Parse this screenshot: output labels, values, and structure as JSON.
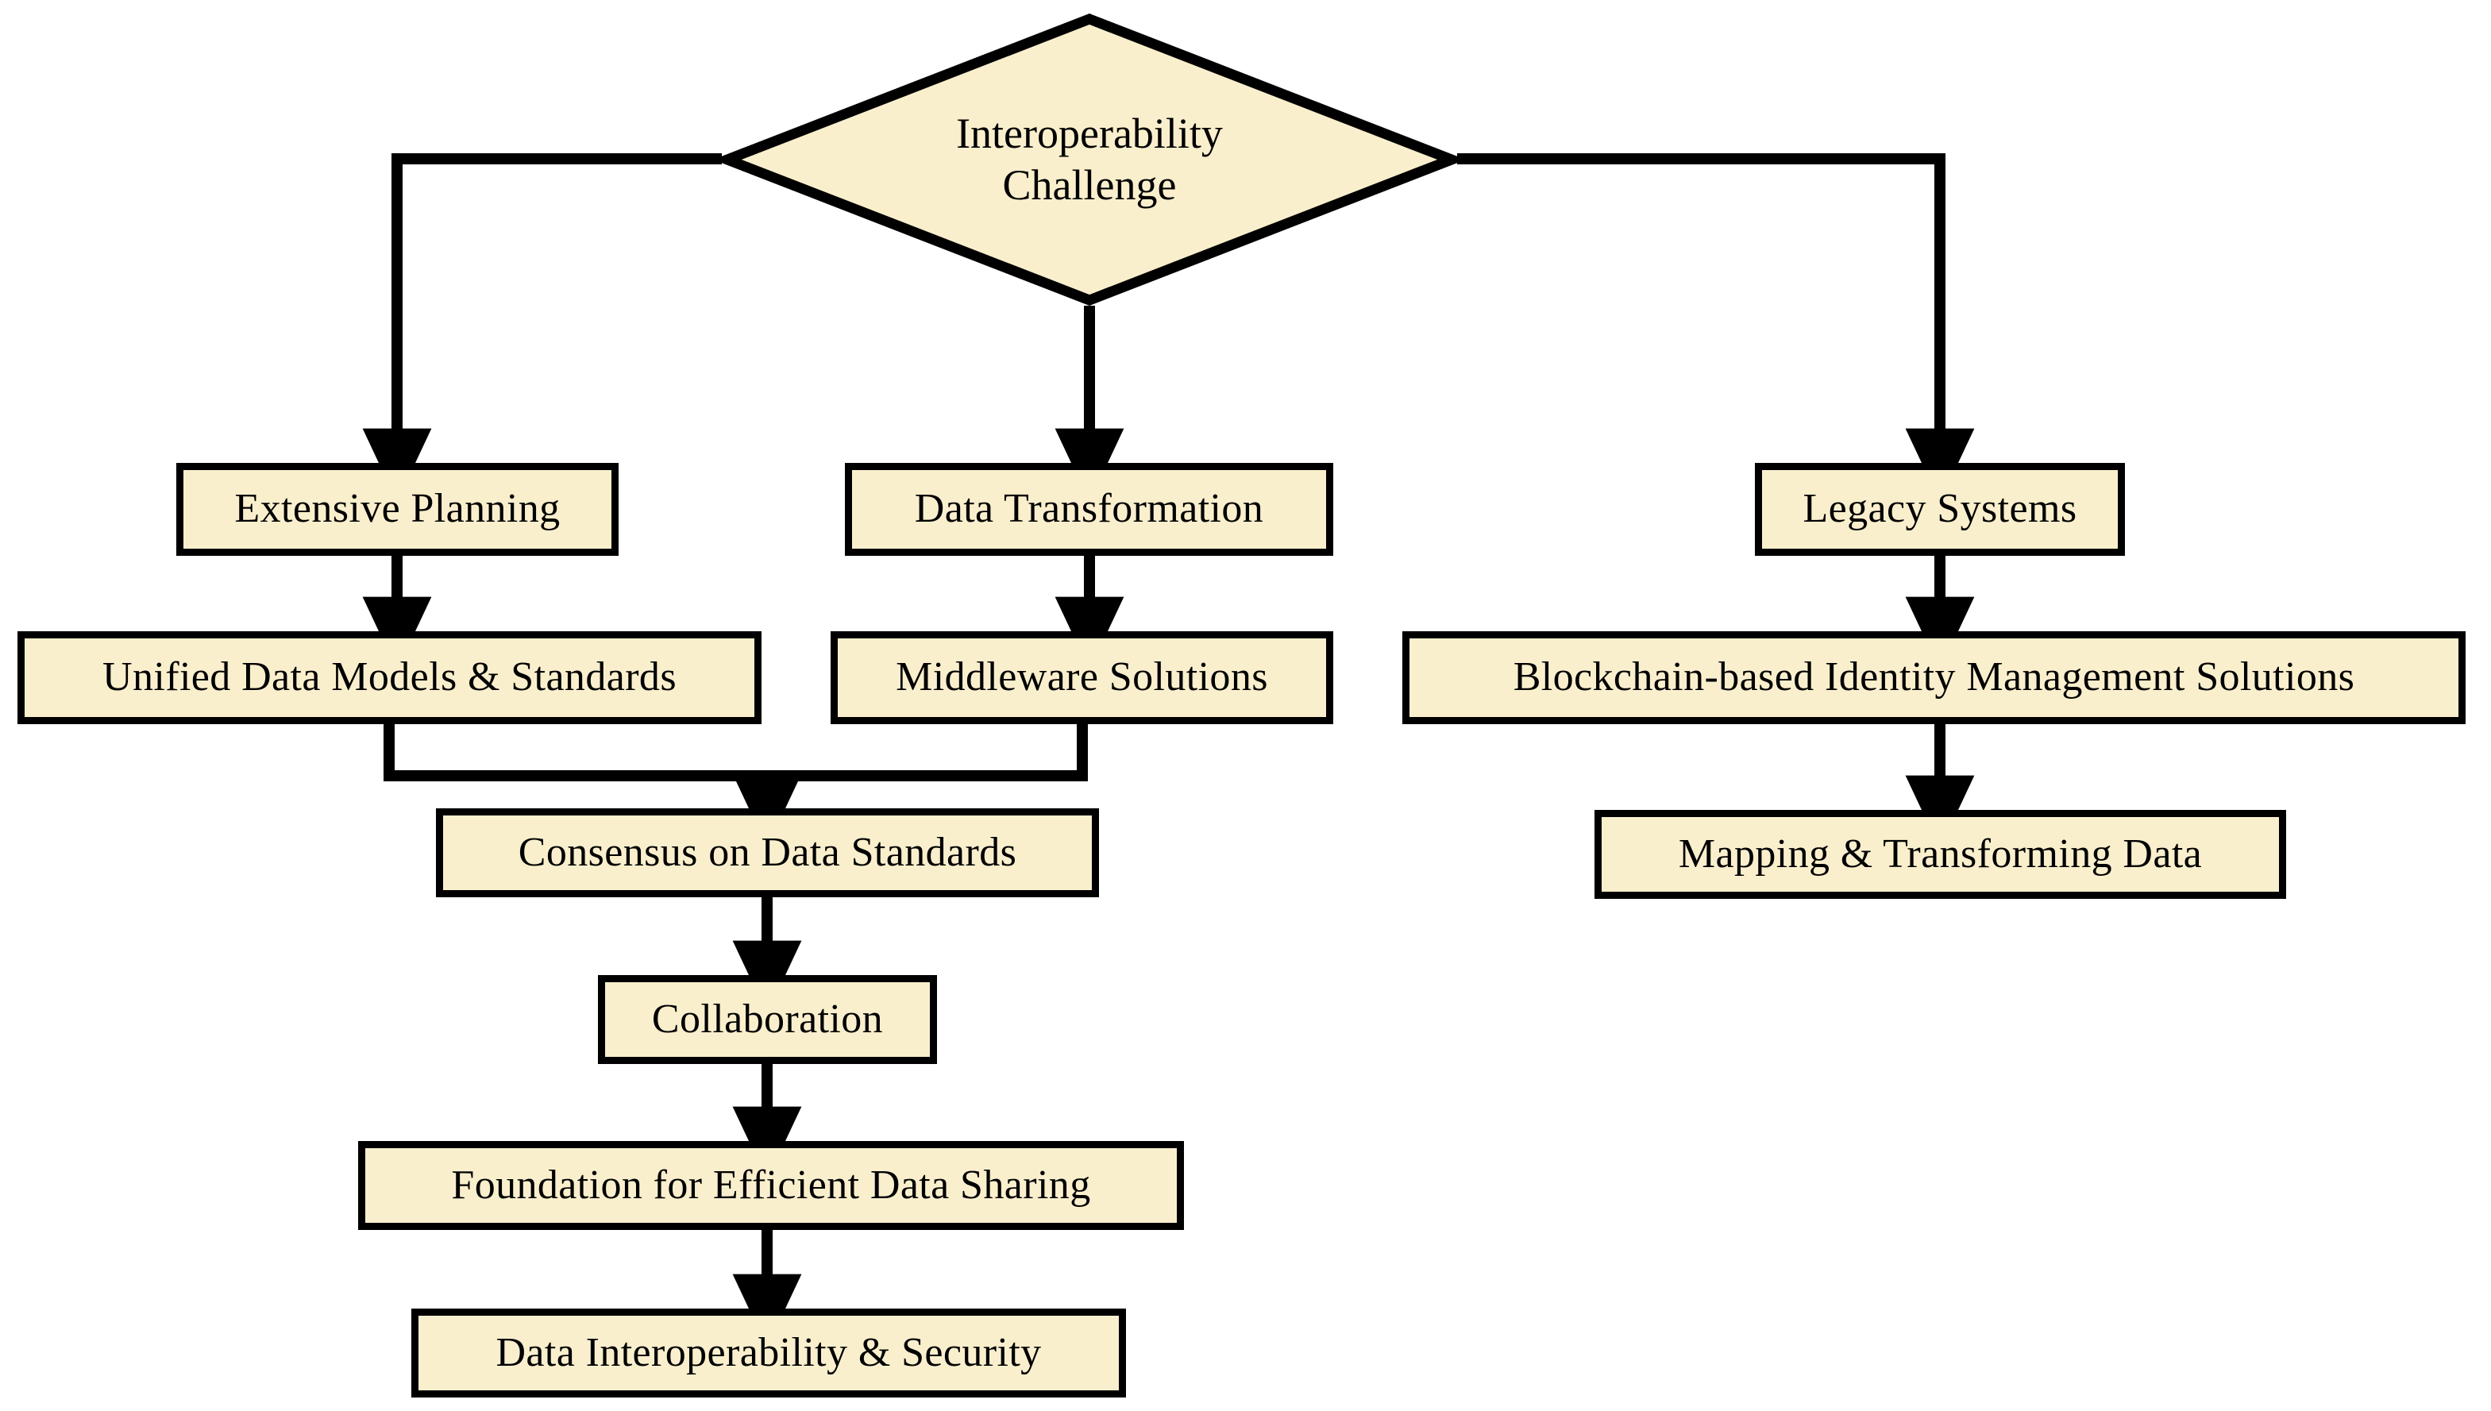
{
  "diagram": {
    "title": "Interoperability Challenge Flowchart",
    "background_color": "#FFFFFF",
    "node_fill_color": "#FAEFCD",
    "node_border_color": "#000000",
    "edge_color": "#000000",
    "nodes": [
      {
        "id": "interoperability-challenge",
        "label": "Interoperability\nChallenge",
        "shape": "diamond"
      },
      {
        "id": "extensive-planning",
        "label": "Extensive Planning",
        "shape": "rect"
      },
      {
        "id": "data-transformation",
        "label": "Data Transformation",
        "shape": "rect"
      },
      {
        "id": "legacy-systems",
        "label": "Legacy Systems",
        "shape": "rect"
      },
      {
        "id": "unified-data-models-standards",
        "label": "Unified Data Models & Standards",
        "shape": "rect"
      },
      {
        "id": "middleware-solutions",
        "label": "Middleware Solutions",
        "shape": "rect"
      },
      {
        "id": "blockchain-identity-management",
        "label": "Blockchain-based Identity Management Solutions",
        "shape": "rect"
      },
      {
        "id": "consensus-on-data-standards",
        "label": "Consensus on Data Standards",
        "shape": "rect"
      },
      {
        "id": "mapping-transforming-data",
        "label": "Mapping & Transforming Data",
        "shape": "rect"
      },
      {
        "id": "collaboration",
        "label": "Collaboration",
        "shape": "rect"
      },
      {
        "id": "foundation-efficient-data-sharing",
        "label": "Foundation for Efficient Data Sharing",
        "shape": "rect"
      },
      {
        "id": "data-interoperability-security",
        "label": "Data Interoperability & Security",
        "shape": "rect"
      }
    ],
    "edges": [
      {
        "from": "interoperability-challenge",
        "to": "extensive-planning"
      },
      {
        "from": "interoperability-challenge",
        "to": "data-transformation"
      },
      {
        "from": "interoperability-challenge",
        "to": "legacy-systems"
      },
      {
        "from": "extensive-planning",
        "to": "unified-data-models-standards"
      },
      {
        "from": "data-transformation",
        "to": "middleware-solutions"
      },
      {
        "from": "legacy-systems",
        "to": "blockchain-identity-management"
      },
      {
        "from": "unified-data-models-standards",
        "to": "consensus-on-data-standards"
      },
      {
        "from": "middleware-solutions",
        "to": "consensus-on-data-standards"
      },
      {
        "from": "blockchain-identity-management",
        "to": "mapping-transforming-data"
      },
      {
        "from": "consensus-on-data-standards",
        "to": "collaboration"
      },
      {
        "from": "collaboration",
        "to": "foundation-efficient-data-sharing"
      },
      {
        "from": "foundation-efficient-data-sharing",
        "to": "data-interoperability-security"
      }
    ]
  }
}
